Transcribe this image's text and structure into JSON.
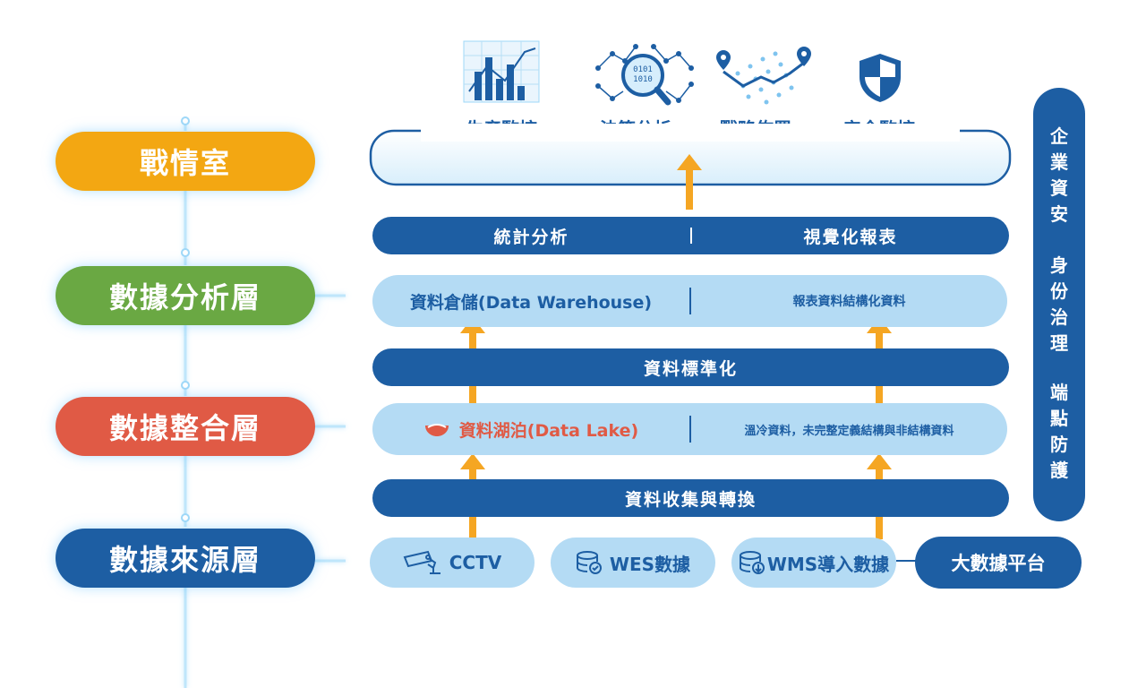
{
  "layers": {
    "war_room": "戰情室",
    "analysis": "數據分析層",
    "integration": "數據整合層",
    "source": "數據來源層"
  },
  "top_icons": {
    "production": "生產監控",
    "decision": "決策分析",
    "strategy": "戰略佈署",
    "security": "安全監控"
  },
  "bars": {
    "stats": "統計分析",
    "visual": "視覺化報表",
    "warehouse": "資料倉儲(Data Warehouse)",
    "structured": "報表資料結構化資料",
    "standardize": "資料標準化",
    "lake": "資料湖泊(Data Lake)",
    "lake_desc": "溫冷資料，未完整定義結構與非結構資料",
    "collect": "資料收集與轉換"
  },
  "sources": {
    "cctv": "CCTV",
    "wes": "WES數據",
    "wms": "WMS導入數據",
    "platform": "大數據平台"
  },
  "side_panel": {
    "line1": [
      "企",
      "業",
      "資",
      "安"
    ],
    "line2": [
      "身",
      "份",
      "治",
      "理"
    ],
    "line3": [
      "端",
      "點",
      "防",
      "護"
    ]
  },
  "colors": {
    "war_room": "#f3a712",
    "analysis": "#6aa843",
    "integration": "#e05a45",
    "source": "#1d5ea3",
    "accent_arrow": "#f5a623",
    "lake_text": "#e05a45"
  }
}
